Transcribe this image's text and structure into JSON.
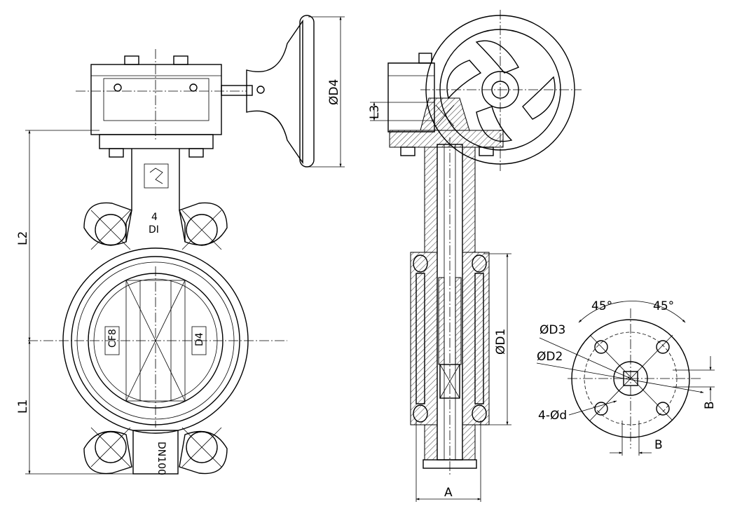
{
  "dimensions": {
    "d4": "ØD4",
    "l2": "L2",
    "l1": "L1",
    "l3": "L3",
    "d1": "ØD1",
    "a": "A",
    "d3": "ØD3",
    "d2": "ØD2",
    "holes": "4-Ød",
    "b_vertical": "B",
    "b_horizontal": "B",
    "angle_left": "45°",
    "angle_right": "45°"
  },
  "body_markings": {
    "size_number": "4",
    "di_mark": "DI",
    "dn_mark": "DN100",
    "disc_left": "CF8",
    "disc_right": "D4"
  }
}
